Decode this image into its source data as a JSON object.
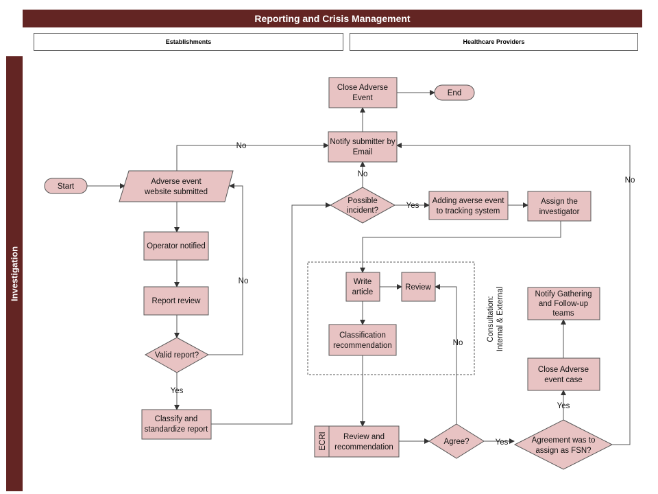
{
  "title": "Reporting and Crisis Management",
  "lanes": {
    "left": "Establishments",
    "right": "Healthcare Providers"
  },
  "sidebar_label": "Investigation",
  "consultation_label": [
    "Consultation:",
    "Internal & External"
  ],
  "nodes": {
    "start": [
      "Start"
    ],
    "website_submitted": [
      "Adverse event",
      "website submitted"
    ],
    "operator_notified": [
      "Operator notified"
    ],
    "report_review": [
      "Report review"
    ],
    "valid_report": [
      "Valid report?"
    ],
    "classify": [
      "Classify and",
      "standardize report"
    ],
    "possible_incident": [
      "Possible",
      "incident?"
    ],
    "notify_submitter": [
      "Notify submitter by",
      "Email"
    ],
    "close_adverse_event": [
      "Close Adverse",
      "Event"
    ],
    "end": [
      "End"
    ],
    "adding_tracking": [
      "Adding averse event",
      "to tracking system"
    ],
    "assign_investigator": [
      "Assign the",
      "investigator"
    ],
    "write_article": [
      "Write",
      "article"
    ],
    "review": [
      "Review"
    ],
    "classification_rec": [
      "Classification",
      "recommendation"
    ],
    "ecri": [
      "ECRI"
    ],
    "review_rec": [
      "Review and",
      "recommendation"
    ],
    "agree": [
      "Agree?"
    ],
    "agreement_fsn": [
      "Agreement was to",
      "assign as FSN?"
    ],
    "close_case": [
      "Close Adverse",
      "event case"
    ],
    "notify_gathering": [
      "Notify Gathering",
      "and Follow-up",
      "teams"
    ]
  },
  "edge_labels": {
    "no_top": "No",
    "no_incident": "No",
    "yes_incident": "Yes",
    "no_valid": "No",
    "yes_valid": "Yes",
    "no_agree": "No",
    "yes_agree": "Yes",
    "yes_fsn": "Yes",
    "no_fsn": "No"
  }
}
